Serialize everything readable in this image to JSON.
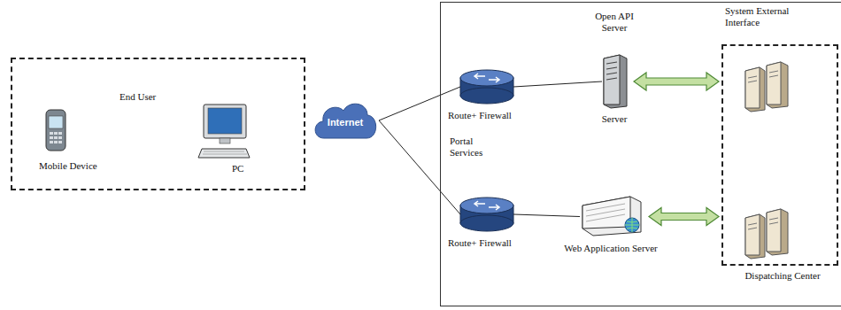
{
  "diagram": {
    "nodes": [
      {
        "text": [
          "End User"
        ]
      },
      {
        "text": [
          "Mobile Device"
        ],
        "in": 0
      },
      {
        "text": [
          "PC"
        ],
        "in": 0
      },
      {
        "text": [
          "Internet"
        ]
      },
      {
        "text": [
          "Portal Services"
        ]
      },
      {
        "text": [
          "Route+ Firewall"
        ],
        "in": 4
      },
      {
        "text": [
          "Open API Server",
          "Server"
        ],
        "in": 4
      },
      {
        "text": [
          "Route+ Firewall"
        ],
        "in": 4
      },
      {
        "text": [
          "Web Application Server"
        ],
        "in": 4
      },
      {
        "text": [
          "System External Interface",
          "Dispatching Center"
        ],
        "in": 4
      }
    ],
    "edges": [
      {
        "from": 3,
        "to": 5,
        "arrow": "none"
      },
      {
        "from": 3,
        "to": 7,
        "arrow": "none"
      },
      {
        "from": 5,
        "to": 6,
        "arrow": "none"
      },
      {
        "from": 7,
        "to": 8,
        "arrow": "none"
      },
      {
        "from": 6,
        "to": 9,
        "arrow": "both"
      },
      {
        "from": 8,
        "to": 9,
        "arrow": "both"
      }
    ]
  }
}
